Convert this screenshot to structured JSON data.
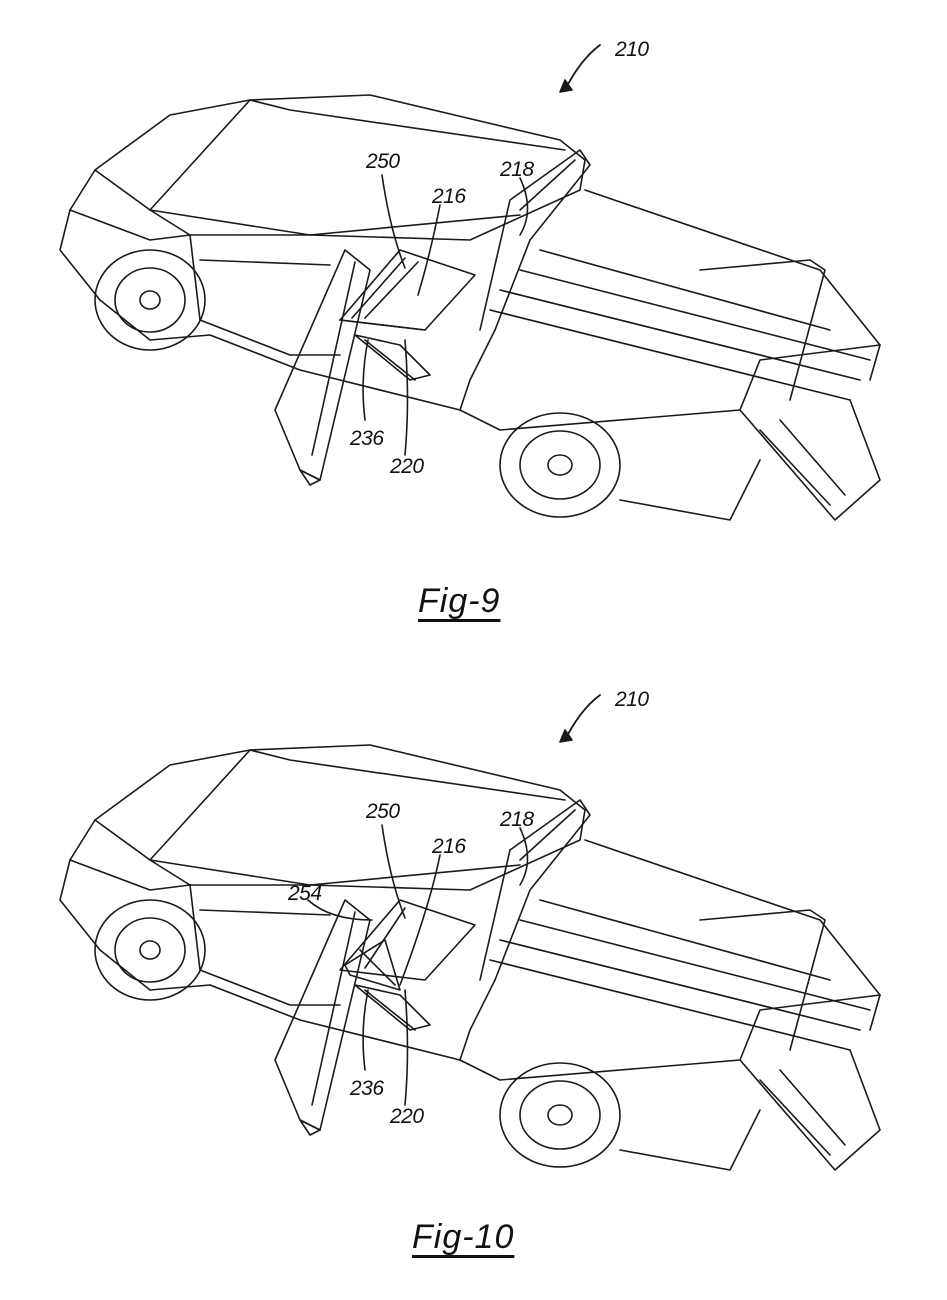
{
  "figures": [
    {
      "caption": "Fig-9",
      "refs": {
        "vehicle": "210",
        "roof": "218",
        "panel": "216",
        "hinge": "250",
        "latch": "236",
        "step": "220"
      }
    },
    {
      "caption": "Fig-10",
      "refs": {
        "vehicle": "210",
        "roof": "218",
        "panel": "216",
        "hinge": "250",
        "strut": "254",
        "latch": "236",
        "step": "220"
      }
    }
  ]
}
